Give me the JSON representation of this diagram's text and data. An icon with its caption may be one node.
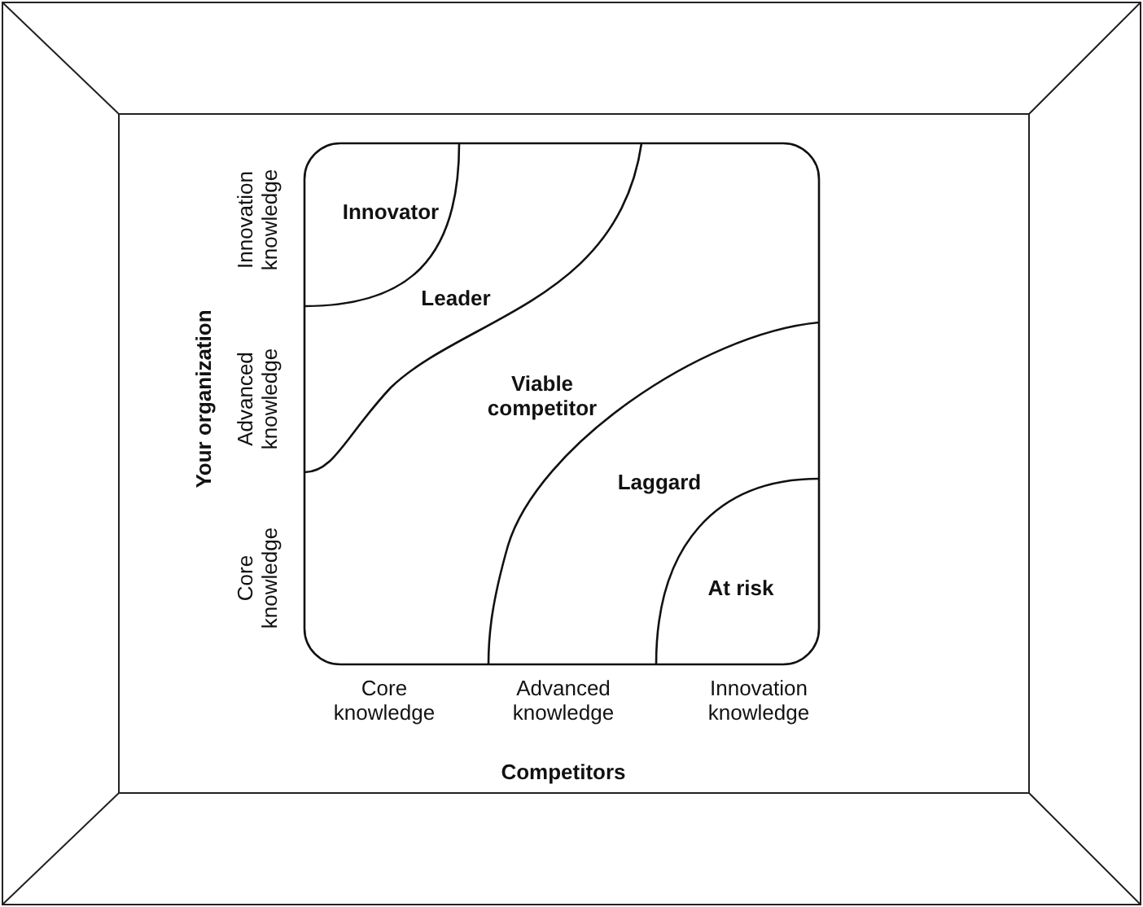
{
  "diagram": {
    "labels": [
      "Innovation knowledge",
      "Innovator",
      "Leader",
      "Your organization",
      "Advanced knowledge",
      "Viable competitor",
      "Laggard",
      "Core knowledge",
      "At risk",
      "Core knowledge",
      "Advanced knowledge",
      "Innovation knowledge",
      "Competitors"
    ]
  }
}
